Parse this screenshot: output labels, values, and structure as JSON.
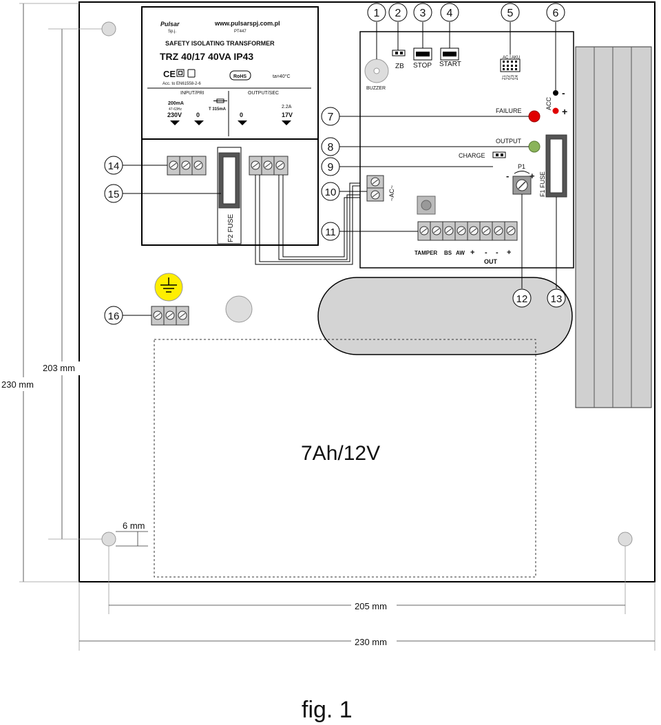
{
  "transformer": {
    "brand": "Pulsar",
    "brand_sub": "Sp.j.",
    "website": "www.pulsarspj.com.pl",
    "part": "PT447",
    "title": "SAFETY ISOLATING TRANSFORMER",
    "model": "TRZ 40/17 40VA IP43",
    "rohs": "RoHS",
    "ta": "ta=40°C",
    "acc": "Acc. to EN61558-2-6",
    "input_label": "INPUT/PRI",
    "output_label": "OUTPUT/SEC",
    "pri_current": "200mA",
    "pri_freq": "47-63Hz",
    "pri_v": "230V",
    "pri_zero": "0",
    "fuse": "T 315mA",
    "sec_zero": "0",
    "sec_current": "2.2A",
    "sec_v": "17V"
  },
  "board": {
    "buzzer": "BUZZER",
    "zb": "ZB",
    "stop": "STOP",
    "start": "START",
    "jumper_ac": "AC",
    "jumper_aku": "AKU",
    "z1": "Z1",
    "z2": "Z2",
    "z3": "Z3",
    "z4": "Z4",
    "acc": "ACC",
    "minus": "-",
    "plus": "+",
    "failure": "FAILURE",
    "output": "OUTPUT",
    "charge": "CHARGE",
    "ac": "~AC~",
    "p1": "P1",
    "f1": "F1 FUSE",
    "f2": "F2 FUSE",
    "tamper": "TAMPER",
    "bs": "BS",
    "aw": "AW",
    "out_plus": "+",
    "out_minus1": "-",
    "out_minus2": "-",
    "out_plus2": "+",
    "out": "OUT"
  },
  "battery": "7Ah/12V",
  "dims": {
    "h_outer": "230 mm",
    "h_inner": "203 mm",
    "w_inner": "205 mm",
    "w_outer": "230 mm",
    "margin": "6 mm"
  },
  "callouts": [
    "1",
    "2",
    "3",
    "4",
    "5",
    "6",
    "7",
    "8",
    "9",
    "10",
    "11",
    "12",
    "13",
    "14",
    "15",
    "16"
  ],
  "caption": "fig. 1",
  "colors": {
    "failure_led": "#e00000",
    "output_led": "#8ab35a",
    "ground": "#ffee00",
    "terminal": "#c8c8c8",
    "heatsink": "#d0d0d0"
  }
}
